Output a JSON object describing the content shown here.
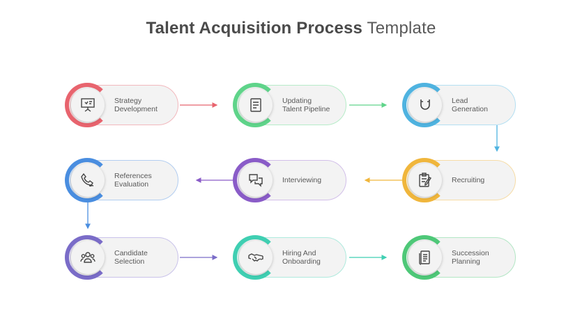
{
  "title": {
    "bold": "Talent Acquisition Process",
    "light": "Template"
  },
  "steps": [
    {
      "label": "Strategy\nDevelopment",
      "color": "#e8646e",
      "icon": "presentation-board-icon"
    },
    {
      "label": "Updating\nTalent Pipeline",
      "color": "#5fd48a",
      "icon": "document-list-icon"
    },
    {
      "label": "Lead\nGeneration",
      "color": "#4fb3e0",
      "icon": "magnet-icon"
    },
    {
      "label": "References\nEvaluation",
      "color": "#4a8ee0",
      "icon": "phone-call-icon"
    },
    {
      "label": "Interviewing",
      "color": "#8a5cc8",
      "icon": "chat-bubbles-icon"
    },
    {
      "label": "Recruiting",
      "color": "#f0b63c",
      "icon": "clipboard-pen-icon"
    },
    {
      "label": "Candidate\nSelection",
      "color": "#7a6cc8",
      "icon": "team-icon"
    },
    {
      "label": "Hiring And\nOnboarding",
      "color": "#3fcfb2",
      "icon": "handshake-icon"
    },
    {
      "label": "Succession\nPlanning",
      "color": "#4ec878",
      "icon": "document-icon"
    }
  ]
}
